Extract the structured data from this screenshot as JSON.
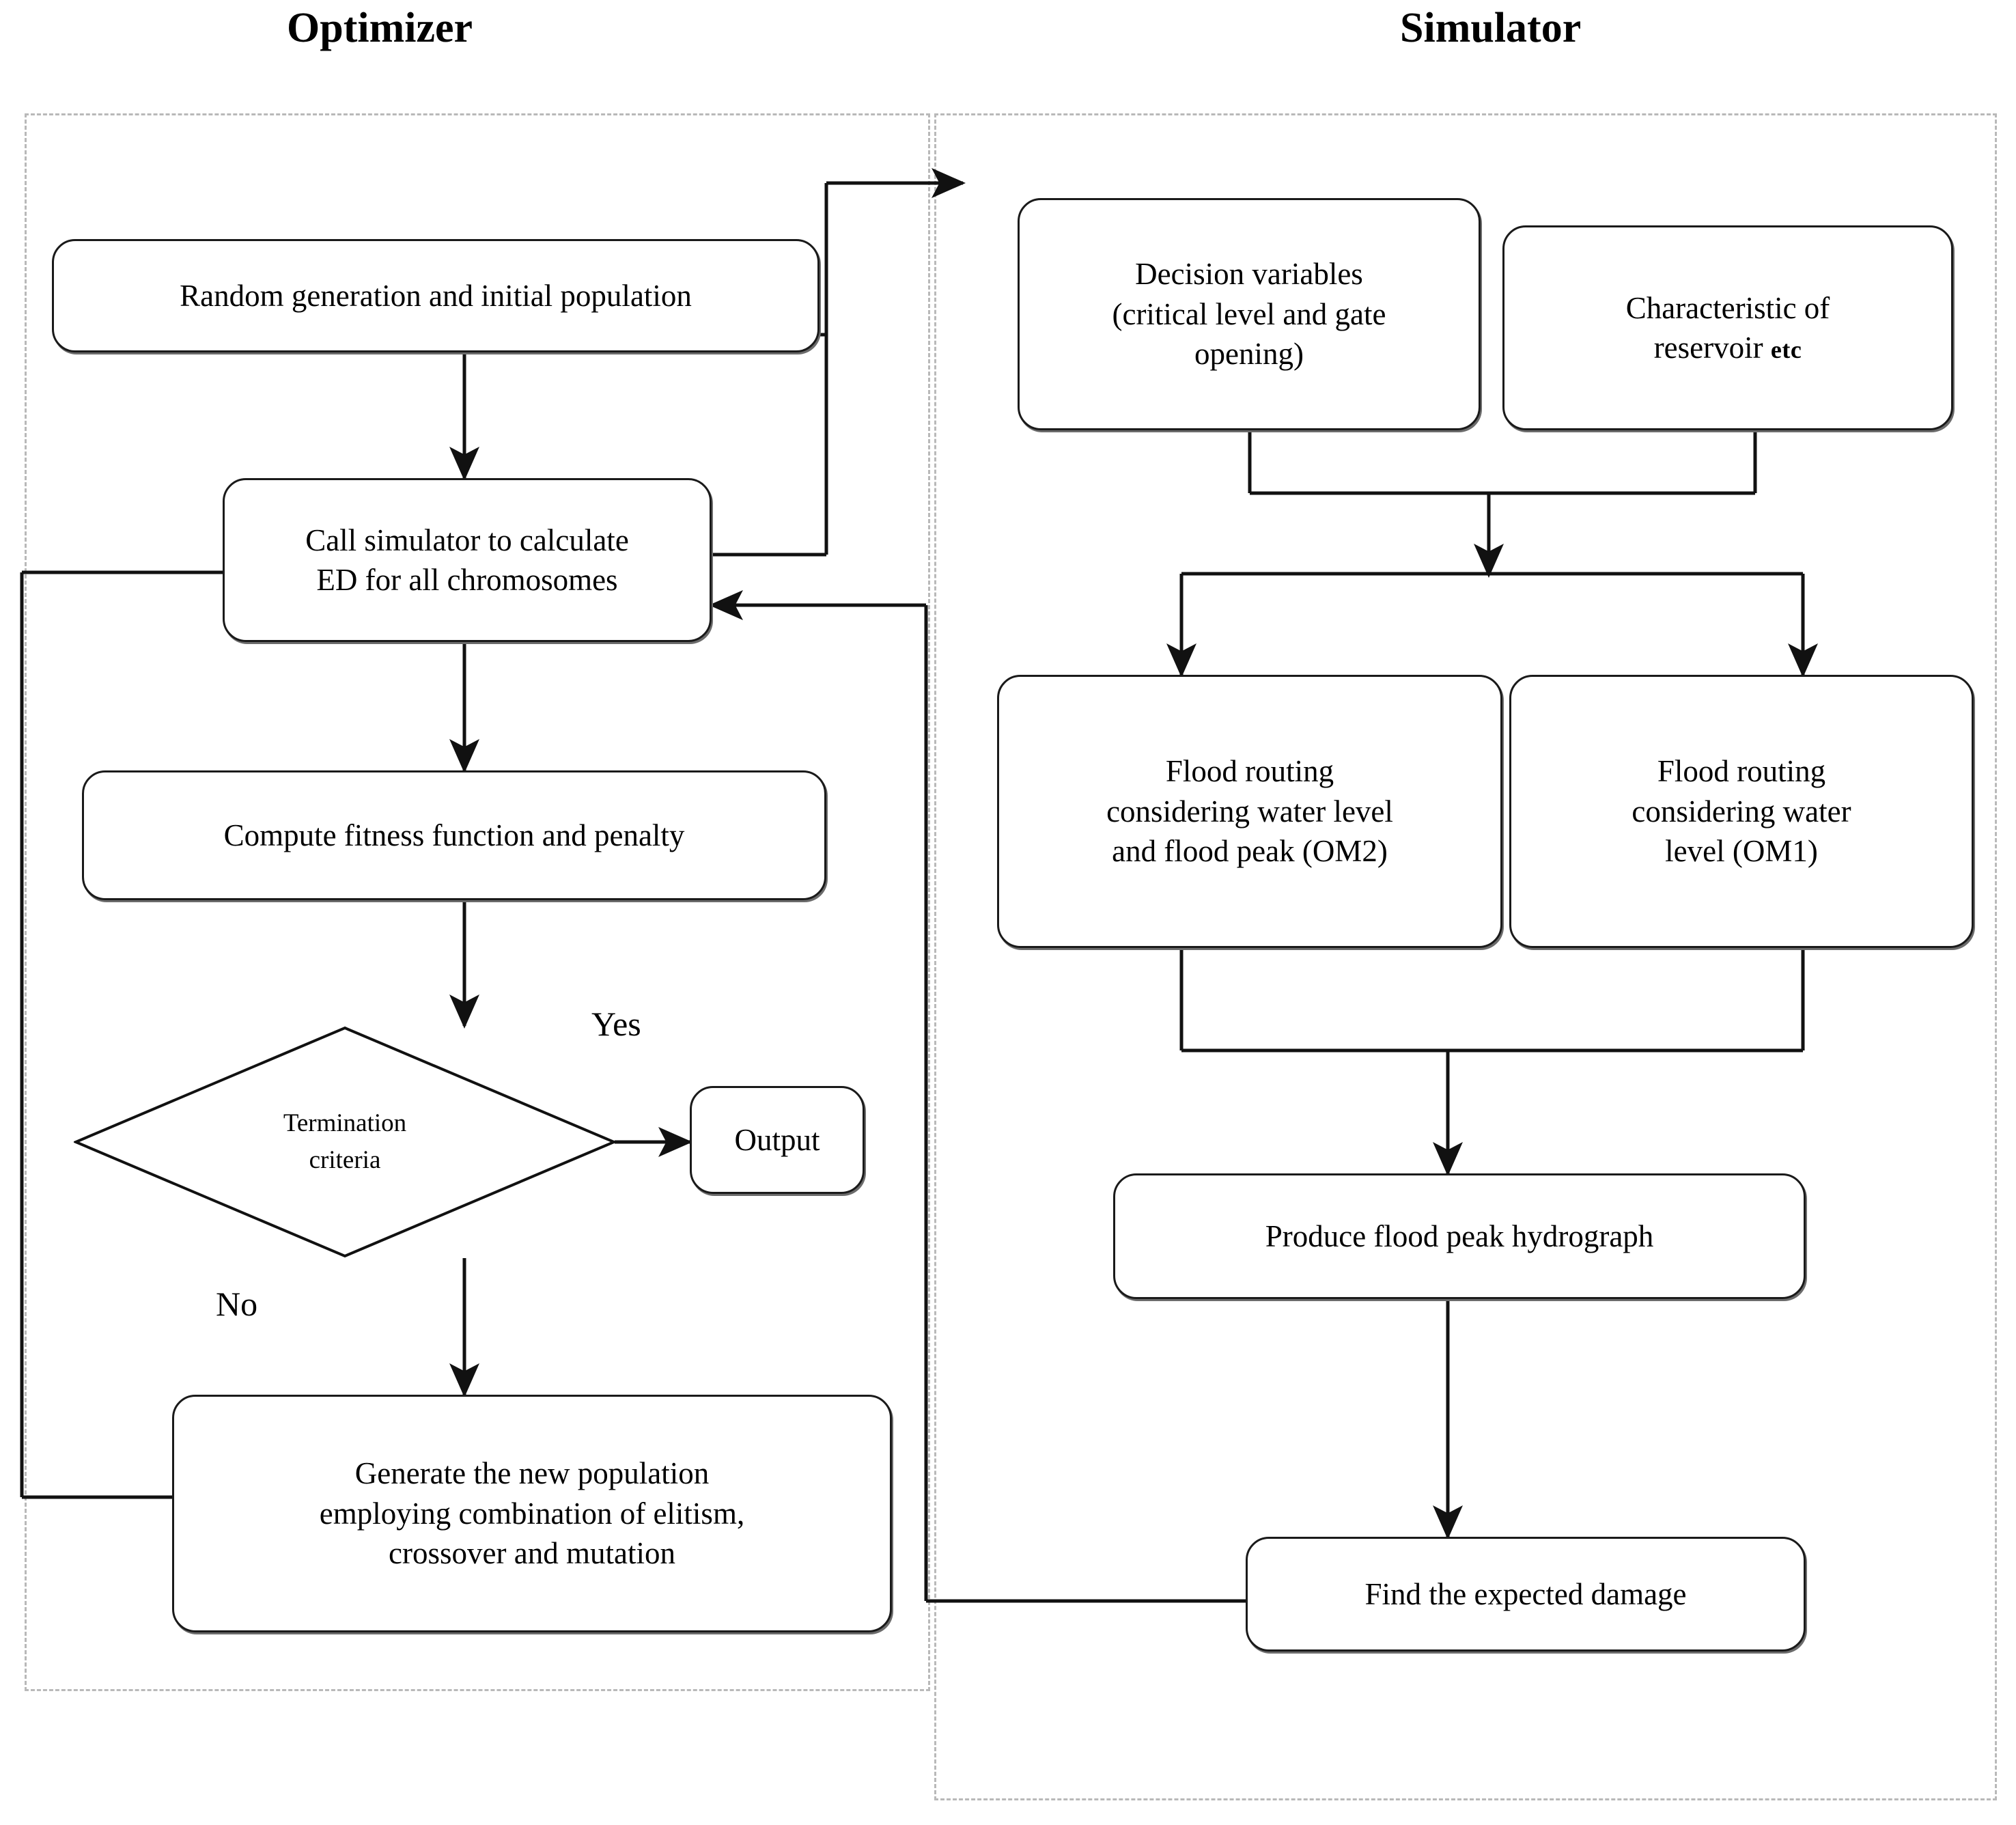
{
  "panels": [
    {
      "id": "optimizer",
      "title": "Optimizer"
    },
    {
      "id": "simulator",
      "title": "Simulator"
    }
  ],
  "optimizer": {
    "title": "Optimizer",
    "nodes": {
      "random_generation": {
        "line1": "Random generation and initial population"
      },
      "call_simulator": {
        "line1": "Call simulator to calculate",
        "line2": "ED for all chromosomes"
      },
      "compute_fitness": {
        "line1": "Compute fitness function and penalty"
      },
      "termination": {
        "line1": "Termination",
        "line2": "criteria"
      },
      "output": {
        "line1": "Output"
      },
      "generate_population": {
        "line1": "Generate the new population",
        "line2": "employing combination of elitism,",
        "line3": "crossover and mutation"
      }
    },
    "edge_labels": {
      "yes": "Yes",
      "no": "No"
    }
  },
  "simulator": {
    "title": "Simulator",
    "nodes": {
      "decision_variables": {
        "line1": "Decision variables",
        "line2": "(critical level and gate",
        "line3": "opening)"
      },
      "characteristic_reservoir": {
        "line1": "Characteristic of",
        "line2": "reservoir",
        "line2_suffix": "etc"
      },
      "flood_routing_om2": {
        "line1": "Flood routing",
        "line2": "considering water level",
        "line3": "and flood peak (OM2)"
      },
      "flood_routing_om1": {
        "line1": "Flood routing",
        "line2": "considering water",
        "line3": "level (OM1)"
      },
      "produce_hydrograph": {
        "line1": "Produce flood peak hydrograph"
      },
      "find_damage": {
        "line1": "Find the expected damage"
      }
    }
  },
  "colors": {
    "stroke": "#1a1a1a",
    "shadow": "#6b6b6b",
    "dashed_border": "#b9b9b9",
    "background": "#ffffff",
    "text": "#000000"
  }
}
